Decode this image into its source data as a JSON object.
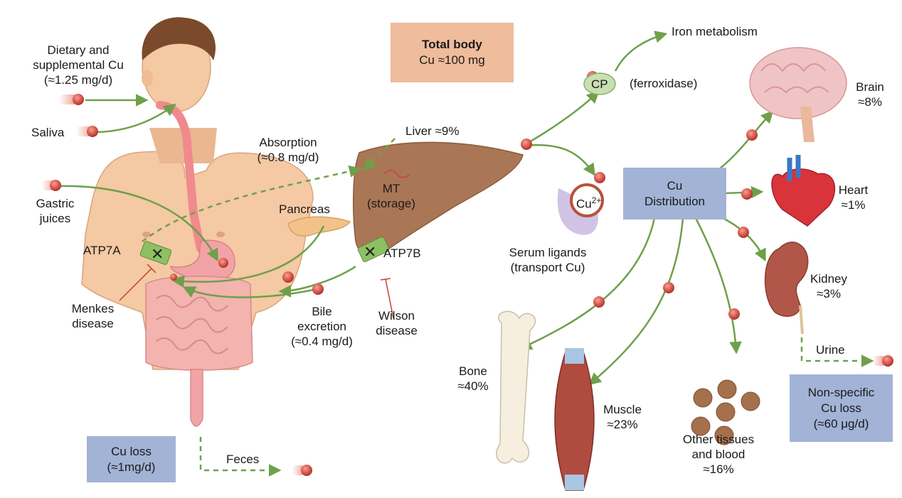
{
  "colors": {
    "arrow_green": "#6ea04a",
    "cu_dot": "#d9574a",
    "box_blue": "#a2b3d6",
    "box_peach": "#efbc9c",
    "skin": "#f4c9a3",
    "liver": "#a97755",
    "inhibit_red": "#c8412c"
  },
  "total_body": {
    "title": "Total body",
    "value": "Cu ≈100 mg"
  },
  "inputs": {
    "dietary": [
      "Dietary and",
      "supplemental Cu",
      "(≈1.25 mg/d)"
    ],
    "saliva": "Saliva",
    "gastric": [
      "Gastric",
      "juices"
    ]
  },
  "absorption": [
    "Absorption",
    "(≈0.8 mg/d)"
  ],
  "pancreas": "Pancreas",
  "atp7a": "ATP7A",
  "atp7b": "ATP7B",
  "menkes": [
    "Menkes",
    "disease"
  ],
  "wilson": [
    "Wilson",
    "disease"
  ],
  "bile": [
    "Bile",
    "excretion",
    "(≈0.4 mg/d)"
  ],
  "liver": {
    "label": "Liver ≈9%",
    "mt": [
      "MT",
      "(storage)"
    ]
  },
  "cp": {
    "badge": "CP",
    "note": "(ferroxidase)",
    "target": "Iron metabolism"
  },
  "serum": {
    "ion": "Cu",
    "charge": "2+",
    "label": [
      "Serum ligands",
      "(transport Cu)"
    ]
  },
  "distribution": [
    "Cu",
    "Distribution"
  ],
  "organs": {
    "brain": [
      "Brain",
      "≈8%"
    ],
    "heart": [
      "Heart",
      "≈1%"
    ],
    "kidney": [
      "Kidney",
      "≈3%"
    ],
    "bone": [
      "Bone",
      "≈40%"
    ],
    "muscle": [
      "Muscle",
      "≈23%"
    ],
    "other": [
      "Other tissues",
      "and blood",
      "≈16%"
    ]
  },
  "urine": "Urine",
  "nonspecific_loss": [
    "Non-specific",
    "Cu loss",
    "(≈60 μg/d)"
  ],
  "cu_loss": [
    "Cu loss",
    "(≈1mg/d)"
  ],
  "feces": "Feces"
}
